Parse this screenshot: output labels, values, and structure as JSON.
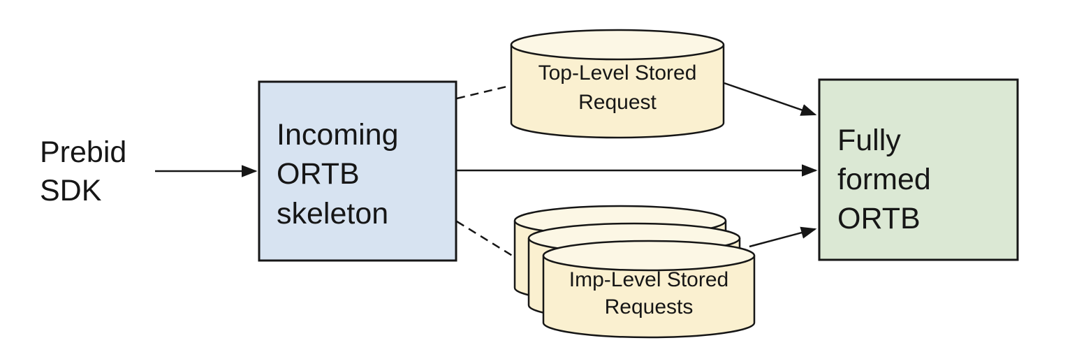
{
  "colors": {
    "background": "#ffffff",
    "outline": "#161616",
    "text": "#161616",
    "cylinder_body": "#FAF0D0",
    "cylinder_top": "#FCF7E5"
  },
  "nodes": {
    "prebid_sdk": {
      "label": "Prebid SDK",
      "lines": [
        "Prebid",
        "SDK"
      ],
      "shape": "plain-text"
    },
    "incoming_ortb_skeleton": {
      "label": "Incoming ORTB skeleton",
      "lines": [
        "Incoming",
        "ORTB",
        "skeleton"
      ],
      "shape": "rectangle",
      "fill": "#D7E3F1"
    },
    "top_level_stored_request": {
      "label": "Top-Level Stored Request",
      "lines": [
        "Top-Level Stored",
        "Request"
      ],
      "shape": "cylinder",
      "fill": "#FAF0D0"
    },
    "imp_level_stored_requests": {
      "label": "Imp-Level Stored Requests",
      "lines": [
        "Imp-Level Stored",
        "Requests"
      ],
      "shape": "stacked-cylinders",
      "cylinder_count": 3,
      "fill": "#FAF0D0"
    },
    "fully_formed_ortb": {
      "label": "Fully formed ORTB",
      "lines": [
        "Fully",
        "formed",
        "ORTB"
      ],
      "shape": "rectangle",
      "fill": "#DBE8D4"
    }
  },
  "edges": [
    {
      "from": "prebid_sdk",
      "to": "incoming_ortb_skeleton",
      "style": "solid",
      "arrowhead": true
    },
    {
      "from": "incoming_ortb_skeleton",
      "to": "top_level_stored_request",
      "style": "dashed",
      "arrowhead": false
    },
    {
      "from": "incoming_ortb_skeleton",
      "to": "fully_formed_ortb",
      "style": "solid",
      "arrowhead": true
    },
    {
      "from": "incoming_ortb_skeleton",
      "to": "imp_level_stored_requests",
      "style": "dashed",
      "arrowhead": false
    },
    {
      "from": "top_level_stored_request",
      "to": "fully_formed_ortb",
      "style": "solid",
      "arrowhead": true
    },
    {
      "from": "imp_level_stored_requests",
      "to": "fully_formed_ortb",
      "style": "solid",
      "arrowhead": true
    }
  ]
}
